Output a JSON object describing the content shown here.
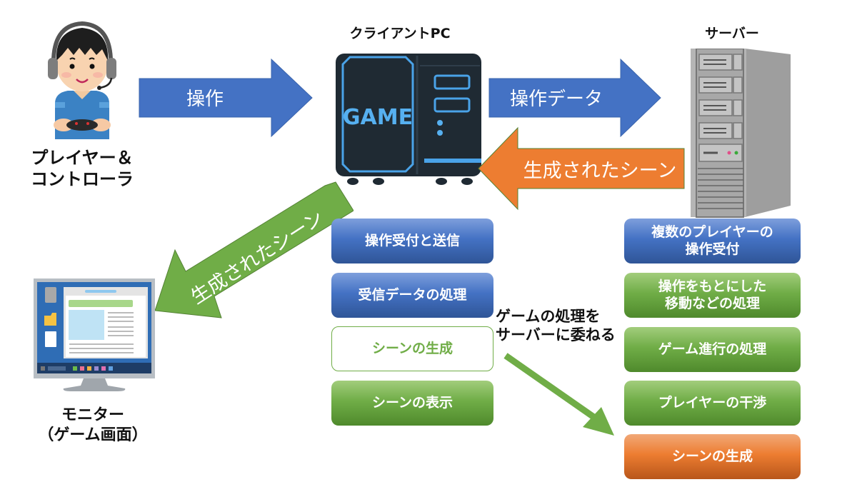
{
  "nodes": {
    "player": {
      "line1": "プレイヤー＆",
      "line2": "コントローラ"
    },
    "client": {
      "title": "クライアントPC",
      "screen_text": "GAME"
    },
    "server": {
      "title": "サーバー"
    },
    "monitor": {
      "line1": "モニター",
      "line2": "（ゲーム画面）"
    }
  },
  "arrows": {
    "operation": "操作",
    "operation_data": "操作データ",
    "generated_scene_to_client": "生成されたシーン",
    "generated_scene_to_monitor": "生成されたシーン",
    "delegate_note_line1": "ゲームの処理を",
    "delegate_note_line2": "サーバーに委ねる"
  },
  "client_steps": [
    {
      "label": "操作受付と送信",
      "style": "blue"
    },
    {
      "label": "受信データの処理",
      "style": "blue"
    },
    {
      "label": "シーンの生成",
      "style": "outline"
    },
    {
      "label": "シーンの表示",
      "style": "green"
    }
  ],
  "server_steps": [
    {
      "line1": "複数のプレイヤーの",
      "line2": "操作受付",
      "style": "blue"
    },
    {
      "line1": "操作をもとにした",
      "line2": "移動などの処理",
      "style": "green"
    },
    {
      "line1": "ゲーム進行の処理",
      "line2": "",
      "style": "green"
    },
    {
      "line1": "プレイヤーの干渉",
      "line2": "",
      "style": "green"
    },
    {
      "line1": "シーンの生成",
      "line2": "",
      "style": "orange"
    }
  ],
  "colors": {
    "blue": "#4472c4",
    "green": "#70ad47",
    "orange": "#ed7d31"
  }
}
